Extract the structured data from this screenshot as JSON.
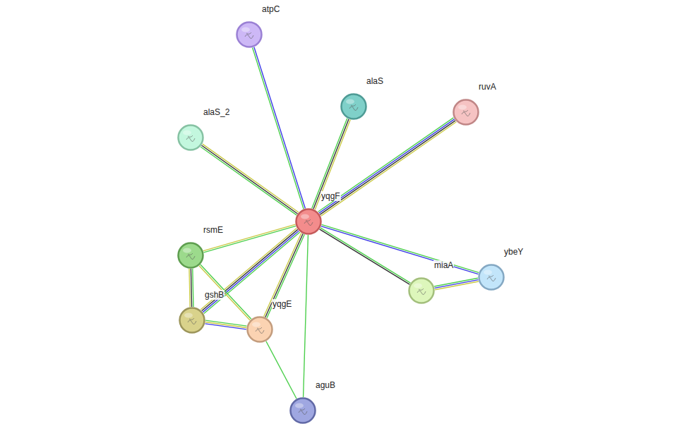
{
  "diagram": {
    "nodes": [
      {
        "text": [
          "atpC"
        ]
      },
      {
        "text": [
          "alaS"
        ]
      },
      {
        "text": [
          "ruvA"
        ]
      },
      {
        "text": [
          "alaS_2"
        ]
      },
      {
        "text": [
          "yqgF"
        ]
      },
      {
        "text": [
          "rsmE"
        ]
      },
      {
        "text": [
          "ybeY"
        ]
      },
      {
        "text": [
          "miaA"
        ]
      },
      {
        "text": [
          "gshB"
        ]
      },
      {
        "text": [
          "yqgE"
        ]
      },
      {
        "text": [
          "aguB"
        ]
      }
    ],
    "edges": [
      {
        "from": 4,
        "to": 0,
        "arrow": "none"
      },
      {
        "from": 4,
        "to": 1,
        "arrow": "none"
      },
      {
        "from": 4,
        "to": 2,
        "arrow": "none"
      },
      {
        "from": 4,
        "to": 3,
        "arrow": "none"
      },
      {
        "from": 4,
        "to": 5,
        "arrow": "none"
      },
      {
        "from": 4,
        "to": 6,
        "arrow": "none"
      },
      {
        "from": 4,
        "to": 7,
        "arrow": "none"
      },
      {
        "from": 4,
        "to": 8,
        "arrow": "none"
      },
      {
        "from": 4,
        "to": 9,
        "arrow": "none"
      },
      {
        "from": 4,
        "to": 10,
        "arrow": "none"
      },
      {
        "from": 5,
        "to": 8,
        "arrow": "none"
      },
      {
        "from": 5,
        "to": 9,
        "arrow": "none"
      },
      {
        "from": 8,
        "to": 9,
        "arrow": "none"
      },
      {
        "from": 7,
        "to": 6,
        "arrow": "none"
      },
      {
        "from": 9,
        "to": 10,
        "arrow": "none"
      }
    ]
  }
}
